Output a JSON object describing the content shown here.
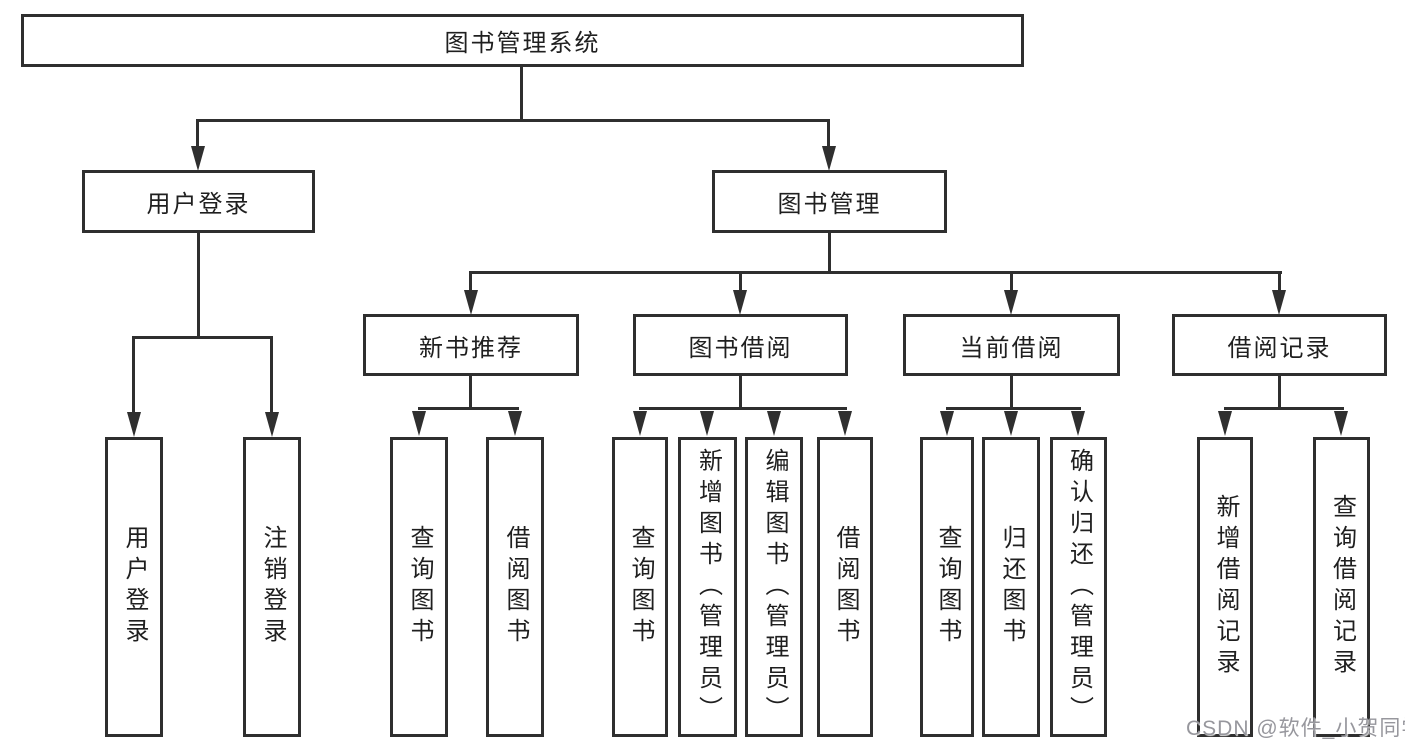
{
  "diagram": {
    "title": "图书管理系统",
    "branches": [
      {
        "label": "用户登录",
        "children": [
          {
            "label": "用户登录"
          },
          {
            "label": "注销登录"
          }
        ]
      },
      {
        "label": "图书管理",
        "children": [
          {
            "label": "新书推荐",
            "children": [
              {
                "label": "查询图书"
              },
              {
                "label": "借阅图书"
              }
            ]
          },
          {
            "label": "图书借阅",
            "children": [
              {
                "label": "查询图书"
              },
              {
                "label": "新增图书（管理员）"
              },
              {
                "label": "编辑图书（管理员）"
              },
              {
                "label": "借阅图书"
              }
            ]
          },
          {
            "label": "当前借阅",
            "children": [
              {
                "label": "查询图书"
              },
              {
                "label": "归还图书"
              },
              {
                "label": "确认归还（管理员）"
              }
            ]
          },
          {
            "label": "借阅记录",
            "children": [
              {
                "label": "新增借阅记录"
              },
              {
                "label": "查询借阅记录"
              }
            ]
          }
        ]
      }
    ],
    "watermark": "CSDN @软件_小贺同学"
  },
  "colors": {
    "line": "#2f2f2f",
    "text": "#1f1f1f",
    "watermark": "#97979d",
    "background": "#ffffff"
  }
}
